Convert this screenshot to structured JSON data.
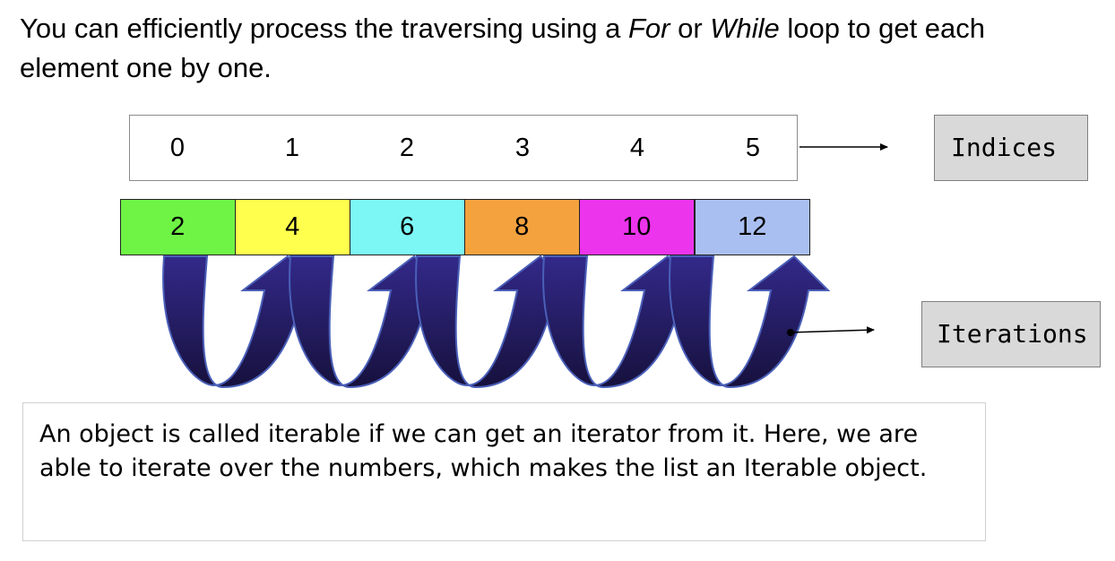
{
  "intro": {
    "part1": "You can efficiently process the traversing using a ",
    "em1": "For",
    "part2": " or ",
    "em2": "While",
    "part3": " loop to get each element one by one."
  },
  "indices": [
    "0",
    "1",
    "2",
    "3",
    "4",
    "5"
  ],
  "elements": [
    {
      "value": "2",
      "color": "#6ff446"
    },
    {
      "value": "4",
      "color": "#ffff4d"
    },
    {
      "value": "6",
      "color": "#7df6f6"
    },
    {
      "value": "8",
      "color": "#f3a23e"
    },
    {
      "value": "10",
      "color": "#ec34ec"
    },
    {
      "value": "12",
      "color": "#aabff1"
    }
  ],
  "labels": {
    "indices": "Indices",
    "iterations": "Iterations"
  },
  "arrow_colors": {
    "fill_dark": "#16113d",
    "fill_light": "#33298a",
    "outline": "#4a5fb8"
  },
  "note": "An object is called iterable if we can get an iterator from it. Here, we are able to iterate over the numbers, which makes the list an Iterable object."
}
